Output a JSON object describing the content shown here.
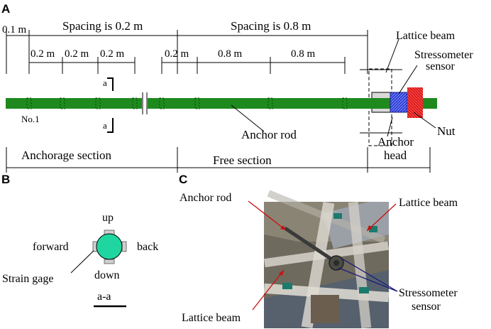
{
  "panels": {
    "a_label": "A",
    "b_label": "B",
    "c_label": "C"
  },
  "panel_a": {
    "top_spacing_first": "0.1 m",
    "spacing_02_title": "Spacing is 0.2 m",
    "spacing_08_title": "Spacing is 0.8 m",
    "sub_02_1": "0.2 m",
    "sub_02_2": "0.2 m",
    "sub_02_3": "0.2 m",
    "sub_02_4": "0.2 m",
    "sub_08_1": "0.8 m",
    "sub_08_2": "0.8 m",
    "section_mark_top": "a",
    "section_mark_bottom": "a",
    "no1": "No.1",
    "anchor_rod": "Anchor rod",
    "lattice_beam": "Lattice beam",
    "stressometer_line1": "Stressometer",
    "stressometer_line2": "sensor",
    "nut": "Nut",
    "anchor_head_line1": "Anchor",
    "anchor_head_line2": "head",
    "anchorage_section": "Anchorage section",
    "free_section": "Free section",
    "colors": {
      "rod": "#1e8a1e",
      "lattice": "#d9d9d9",
      "sensor": "#2f3fd6",
      "nut": "#e01818"
    }
  },
  "panel_b": {
    "up": "up",
    "down": "down",
    "forward": "forward",
    "back": "back",
    "strain_gage": "Strain gage",
    "section": "a-a",
    "colors": {
      "circle": "#1fd6a0"
    }
  },
  "panel_c": {
    "anchor_rod": "Anchor rod",
    "lattice_beam_top": "Lattice beam",
    "lattice_beam_bottom": "Lattice beam",
    "stressometer_line1": "Stressometer",
    "stressometer_line2": "sensor"
  }
}
